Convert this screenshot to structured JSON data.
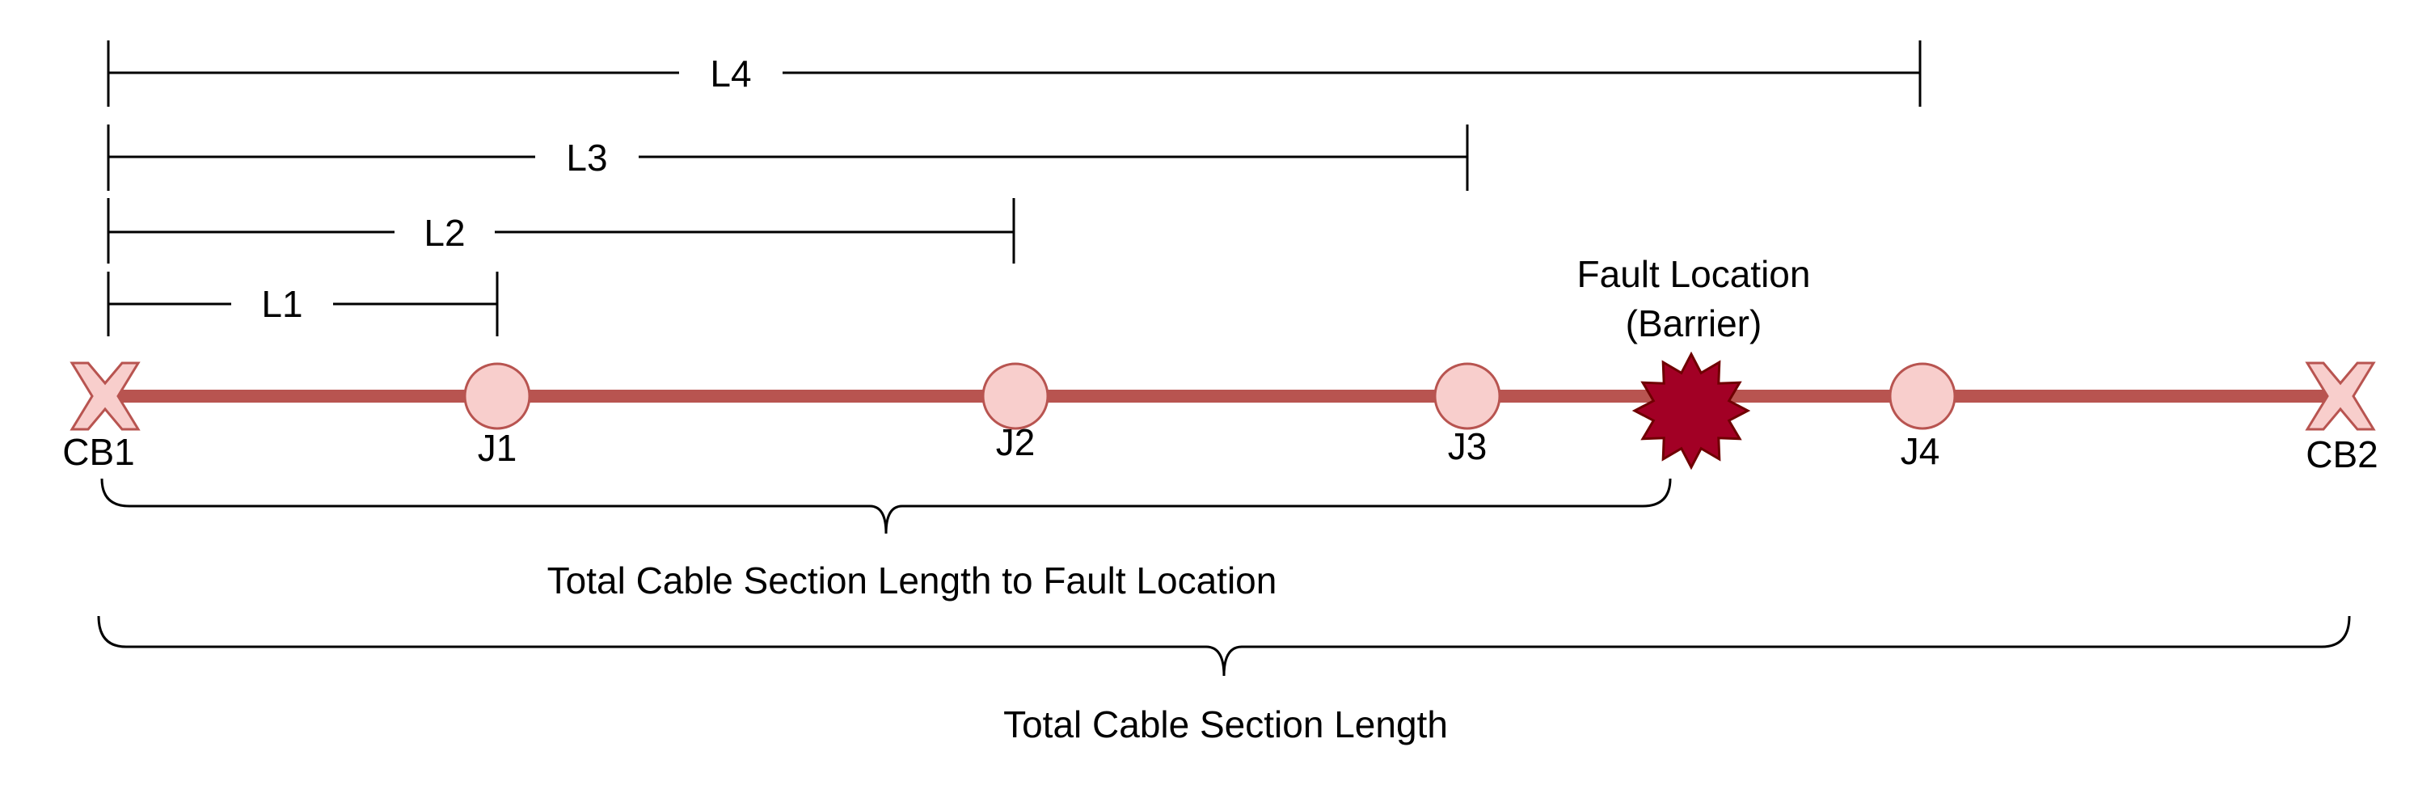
{
  "colors": {
    "cable": "#b85450",
    "marker_fill": "#f8cecc",
    "marker_stroke": "#b85450",
    "fault_fill": "#a20025",
    "fault_stroke": "#6f0000",
    "line": "#000000"
  },
  "dimensions": {
    "l1": "L1",
    "l2": "L2",
    "l3": "L3",
    "l4": "L4"
  },
  "nodes": {
    "cb1": "CB1",
    "j1": "J1",
    "j2": "J2",
    "j3": "J3",
    "j4": "J4",
    "cb2": "CB2"
  },
  "fault": {
    "line1": "Fault Location",
    "line2": "(Barrier)"
  },
  "braces": {
    "to_fault": "Total Cable Section Length to Fault Location",
    "total": "Total Cable Section Length"
  }
}
